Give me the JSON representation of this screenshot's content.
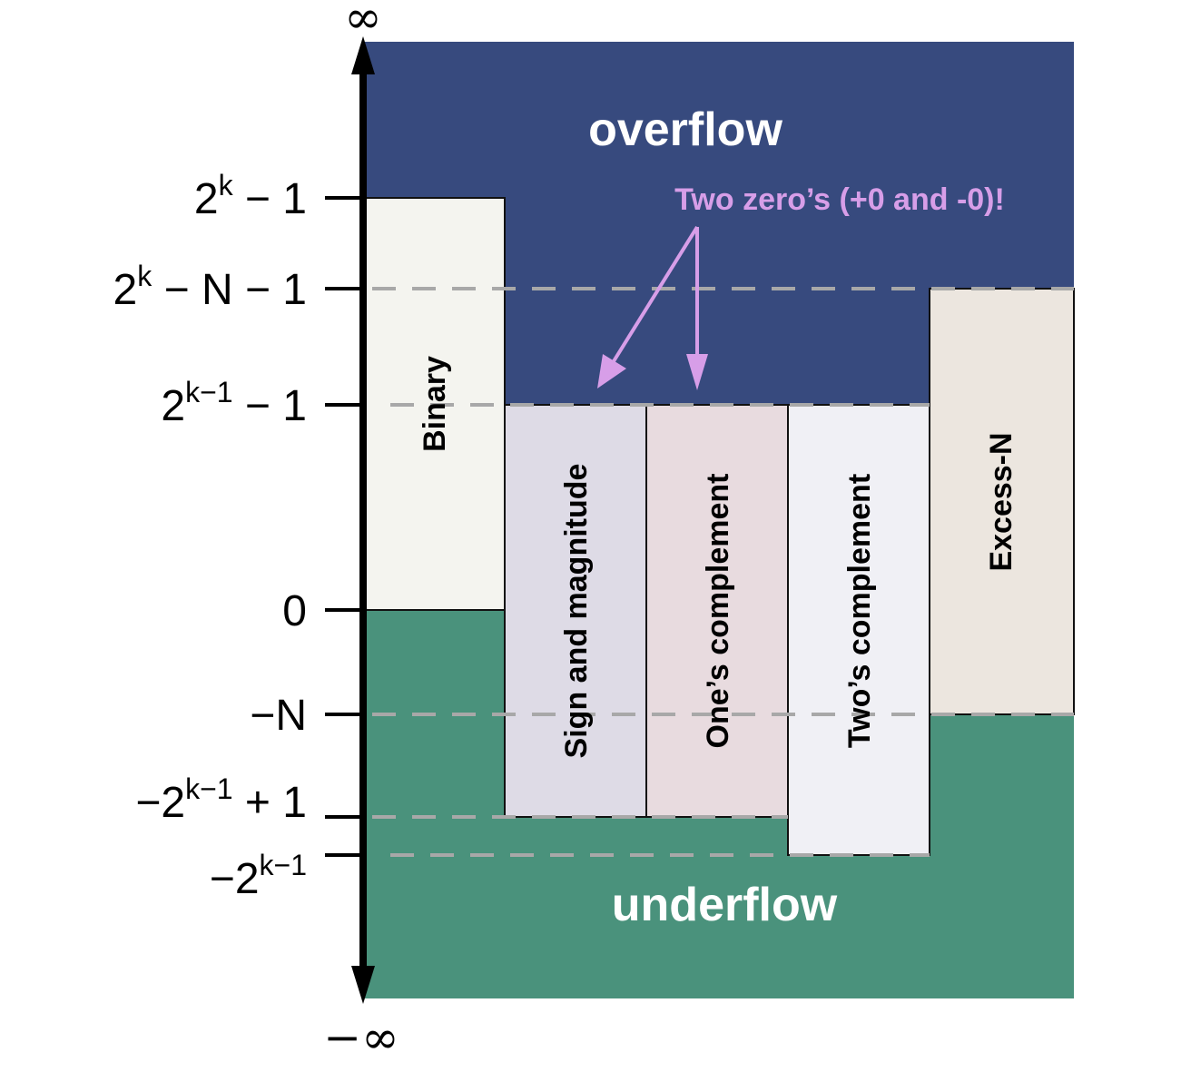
{
  "regions": {
    "overflow": "overflow",
    "underflow": "underflow"
  },
  "annotation": "Two zero’s (+0 and -0)!",
  "axis": {
    "top_end": "∞",
    "bottom_end": "−∞",
    "ticks": [
      {
        "id": "t1",
        "base": "2",
        "sup": "k",
        "rest": " − 1"
      },
      {
        "id": "t2",
        "base": "2",
        "sup": "k",
        "rest": " − N − 1"
      },
      {
        "id": "t3",
        "base": "2",
        "sup": "k−1",
        "rest": " − 1"
      },
      {
        "id": "t4",
        "base": "0",
        "sup": "",
        "rest": ""
      },
      {
        "id": "t5",
        "base": "−N",
        "sup": "",
        "rest": ""
      },
      {
        "id": "t6",
        "base": "−2",
        "sup": "k−1",
        "rest": " + 1"
      },
      {
        "id": "t7",
        "base": "−2",
        "sup": "k−1",
        "rest": ""
      }
    ]
  },
  "columns": [
    {
      "label": "Binary",
      "range": [
        "0",
        "2^k − 1"
      ]
    },
    {
      "label": "Sign and magnitude",
      "range": [
        "−2^(k−1) + 1",
        "2^(k−1) − 1"
      ]
    },
    {
      "label": "One’s complement",
      "range": [
        "−2^(k−1) + 1",
        "2^(k−1) − 1"
      ]
    },
    {
      "label": "Two’s complement",
      "range": [
        "−2^(k−1)",
        "2^(k−1) − 1"
      ]
    },
    {
      "label": "Excess-N",
      "range": [
        "−N",
        "2^k − N − 1"
      ]
    }
  ],
  "colors": {
    "overflow": "#374a7e",
    "underflow": "#4a927c",
    "binary": "#f4f4ef",
    "sign_magnitude": "#dedbe6",
    "ones_complement": "#e8dbdf",
    "twos_complement": "#f0f0f5",
    "excess_n": "#ece6df",
    "annotation": "#d79ee8",
    "dash": "#a8a8a8"
  }
}
